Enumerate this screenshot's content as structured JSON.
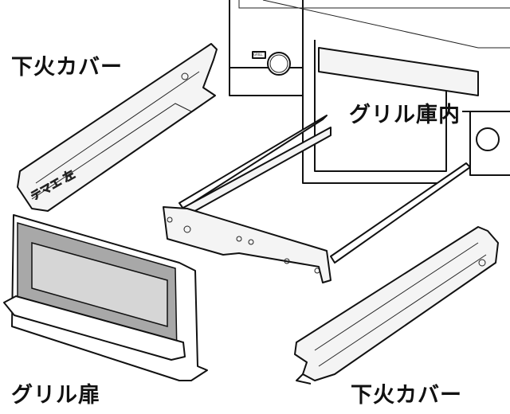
{
  "labels": {
    "lower_cover_top": "下火カバー",
    "grill_interior": "グリル庫内",
    "grill_door": "グリル扉",
    "lower_cover_bottom": "下火カバー"
  },
  "engravings": {
    "cover_marking": "テマエ 左",
    "knob_label": "GRILL"
  }
}
